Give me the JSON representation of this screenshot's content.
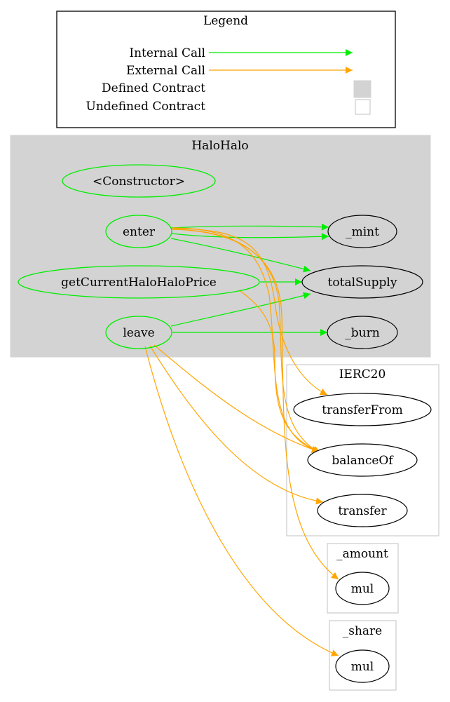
{
  "legend": {
    "title": "Legend",
    "rows": [
      {
        "label": "Internal Call"
      },
      {
        "label": "External Call"
      },
      {
        "label": "Defined Contract"
      },
      {
        "label": "Undefined Contract"
      }
    ]
  },
  "clusters": {
    "halohalo": {
      "title": "HaloHalo",
      "nodes": {
        "constructor": "<Constructor>",
        "enter": "enter",
        "getCurrentHaloHaloPrice": "getCurrentHaloHaloPrice",
        "leave": "leave",
        "mint": "_mint",
        "totalSupply": "totalSupply",
        "burn": "_burn"
      }
    },
    "ierc20": {
      "title": "IERC20",
      "nodes": {
        "transferFrom": "transferFrom",
        "balanceOf": "balanceOf",
        "transfer": "transfer"
      }
    },
    "amount": {
      "title": "_amount",
      "nodes": {
        "mul": "mul"
      }
    },
    "share": {
      "title": "_share",
      "nodes": {
        "mul": "mul"
      }
    }
  },
  "colors": {
    "internal_call": "#00ee00",
    "external_call": "#ffa500",
    "defined_contract_fill": "#d3d3d3",
    "undefined_contract_border": "#cccccc"
  }
}
